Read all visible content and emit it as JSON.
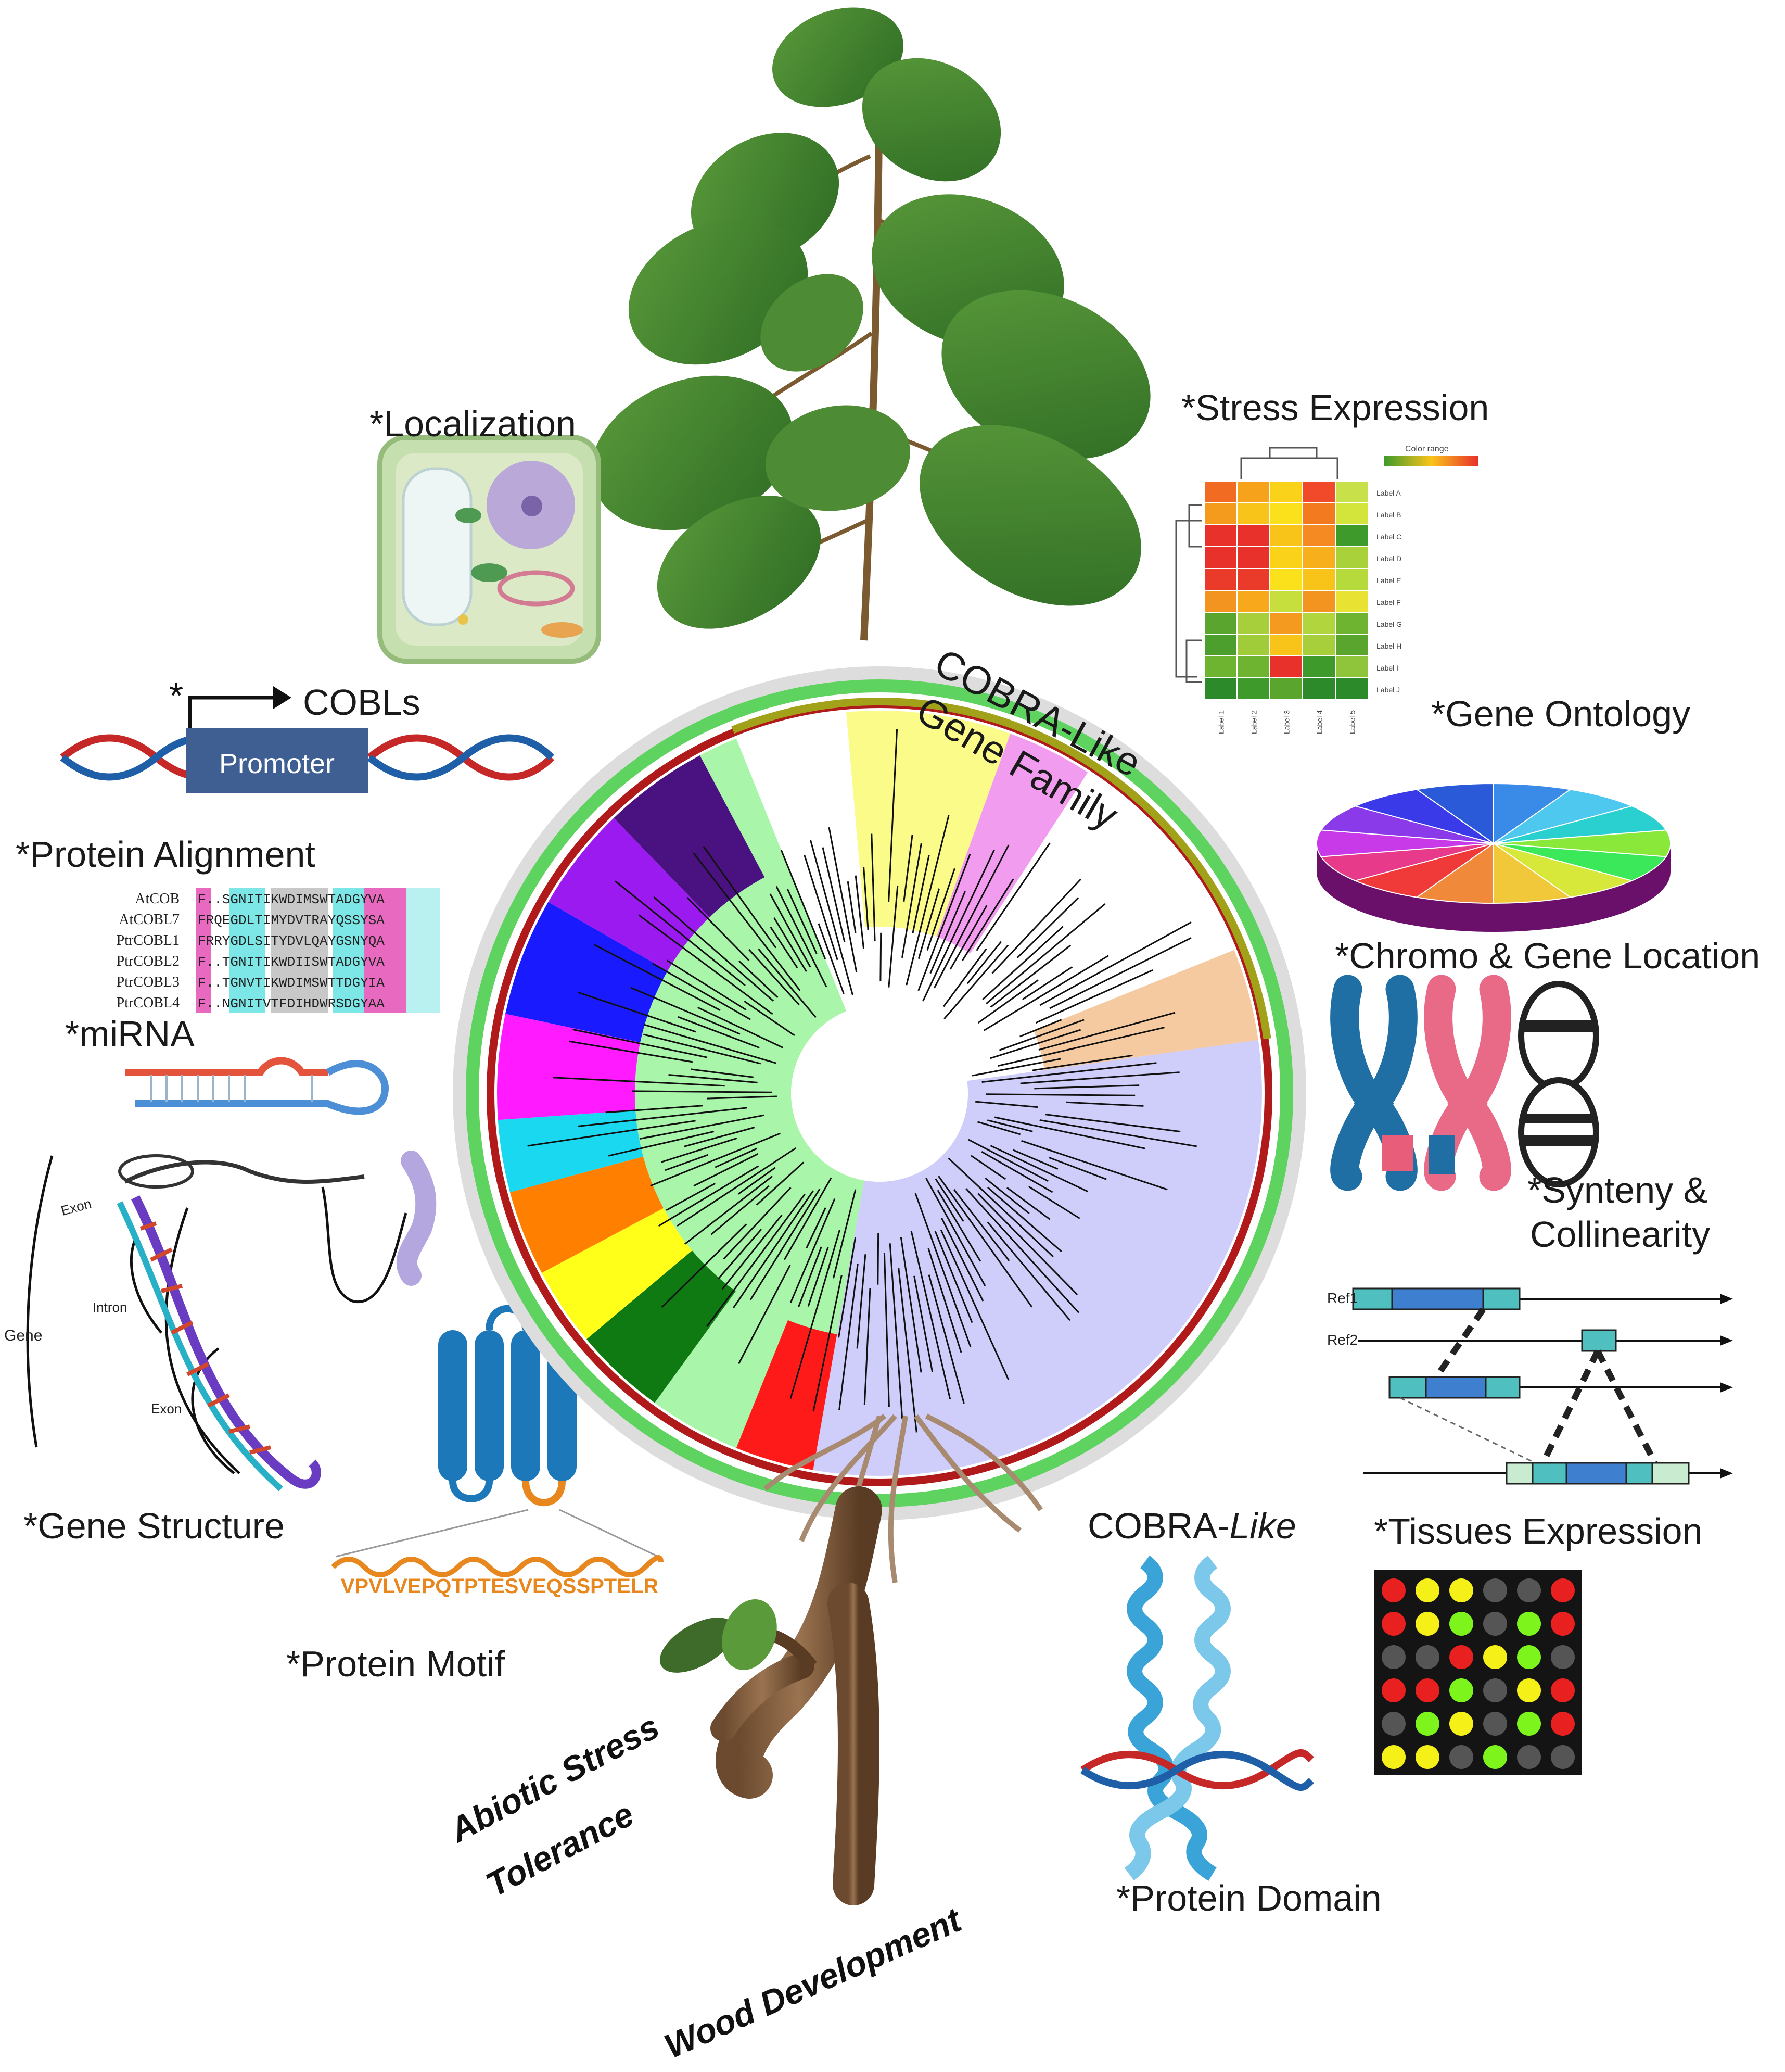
{
  "labels": {
    "stress_expression": "*Stress Expression",
    "localization": "*Localization",
    "cobls": "COBLs",
    "promoter": "Promoter",
    "promoter_star": "*",
    "gene_ontology": "*Gene Ontology",
    "protein_alignment": "*Protein Alignment",
    "mirna": "*miRNA",
    "chromo_gene_location": "*Chromo & Gene Location",
    "synteny_line1": "*Synteny &",
    "synteny_line2": "Collinearity",
    "gene_structure": "*Gene Structure",
    "tissues_expression": "*Tissues Expression",
    "cobra_like_prefix": "COBRA-",
    "cobra_like_italic": "Like",
    "protein_motif": "*Protein Motif",
    "protein_domain": "*Protein Domain",
    "motif_sequence": "VPVLVEPQTPTESVEQSSPTELR",
    "abiotic_line1": "Abiotic Stress",
    "abiotic_line2": "Tolerance",
    "wood_development": "Wood Development",
    "tree_title_line1": "COBRA-Like",
    "tree_title_line2": "Gene Family"
  },
  "heatmap": {
    "color_range_label": "Color range",
    "row_labels": [
      "Label A",
      "Label B",
      "Label C",
      "Label D",
      "Label E",
      "Label F",
      "Label G",
      "Label H",
      "Label I",
      "Label J"
    ],
    "col_labels": [
      "Label 1",
      "Label 2",
      "Label 3",
      "Label 4",
      "Label 5"
    ],
    "cells": [
      [
        "#f26b22",
        "#f7a21b",
        "#fbd21a",
        "#f14a2b",
        "#c8e04a"
      ],
      [
        "#f49a1d",
        "#f9c41a",
        "#fbe01c",
        "#f47a20",
        "#d3e43a"
      ],
      [
        "#e8312b",
        "#e8312b",
        "#f9c41a",
        "#f48a21",
        "#3f9a2c"
      ],
      [
        "#e8312b",
        "#e8312b",
        "#fbd21a",
        "#f7b01b",
        "#a9d23a"
      ],
      [
        "#ea3a2a",
        "#ea3a2a",
        "#fbe01c",
        "#f9c41a",
        "#b6da3c"
      ],
      [
        "#f39320",
        "#f7a81b",
        "#c6df3d",
        "#f39320",
        "#e8e233"
      ],
      [
        "#5aa52e",
        "#a6cf3b",
        "#f39a1f",
        "#b1d53c",
        "#6eb430"
      ],
      [
        "#4c9e2d",
        "#a0cc3a",
        "#f9c41a",
        "#a6cf3b",
        "#5aa52e"
      ],
      [
        "#6eb430",
        "#6eb430",
        "#e8312b",
        "#3f9a2c",
        "#8ec53a"
      ],
      [
        "#2d8a2a",
        "#3f9a2c",
        "#5aa52e",
        "#2d8a2a",
        "#2d8a2a"
      ]
    ]
  },
  "alignment": {
    "names": [
      "AtCOB",
      "AtCOBL7",
      "PtrCOBL1",
      "PtrCOBL2",
      "PtrCOBL3",
      "PtrCOBL4"
    ],
    "sequences": [
      "F..SGNITIKWDIMSWTADGYVA",
      "FRQEGDLTIMYDVTRAYQSSYSA",
      "FRRYGDLSITYDVLQAYGSNYQA",
      "F..TGNITIKWDIISWTADGYVA",
      "F..TGNVTIKWDIMSWTTDGYIA",
      "F..NGNITVTFDIHDWRSDGYAA"
    ]
  },
  "gene_structure_labels": {
    "exon_top": "Exon",
    "intron": "Intron",
    "exon_bottom": "Exon",
    "gene": "Gene"
  },
  "synteny_labels": {
    "ref1": "Ref1",
    "ref2": "Ref2"
  },
  "tissues_grid": {
    "cells": [
      [
        "#e82020",
        "#f5f018",
        "#f5f018",
        "#555555",
        "#555555",
        "#e82020"
      ],
      [
        "#e82020",
        "#f5f018",
        "#7df51c",
        "#555555",
        "#7df51c",
        "#e82020"
      ],
      [
        "#555555",
        "#555555",
        "#e82020",
        "#f5f018",
        "#7df51c",
        "#555555"
      ],
      [
        "#e82020",
        "#e82020",
        "#7df51c",
        "#555555",
        "#f5f018",
        "#e82020"
      ],
      [
        "#555555",
        "#7df51c",
        "#f5f018",
        "#555555",
        "#7df51c",
        "#e82020"
      ],
      [
        "#f5f018",
        "#f5f018",
        "#555555",
        "#7df51c",
        "#555555",
        "#555555"
      ]
    ]
  },
  "colors": {
    "promoter_box": "#3f5f93",
    "dna_red": "#c62828",
    "dna_blue": "#1e5fa8",
    "motif_orange": "#e8871e",
    "motif_blue": "#1c78b8",
    "tree_outer_ring": "#b01a1a",
    "tree_green_ring": "#5fd35f"
  },
  "icons": {
    "cell": "plant-cell-icon",
    "plant": "poplar-seedling-icon",
    "chromosome": "chromosome-icon",
    "pie": "pie-3d-icon",
    "mirna": "mirna-hairpin-icon",
    "protein_helix": "coiled-coil-protein-icon",
    "roots": "roots-icon"
  }
}
